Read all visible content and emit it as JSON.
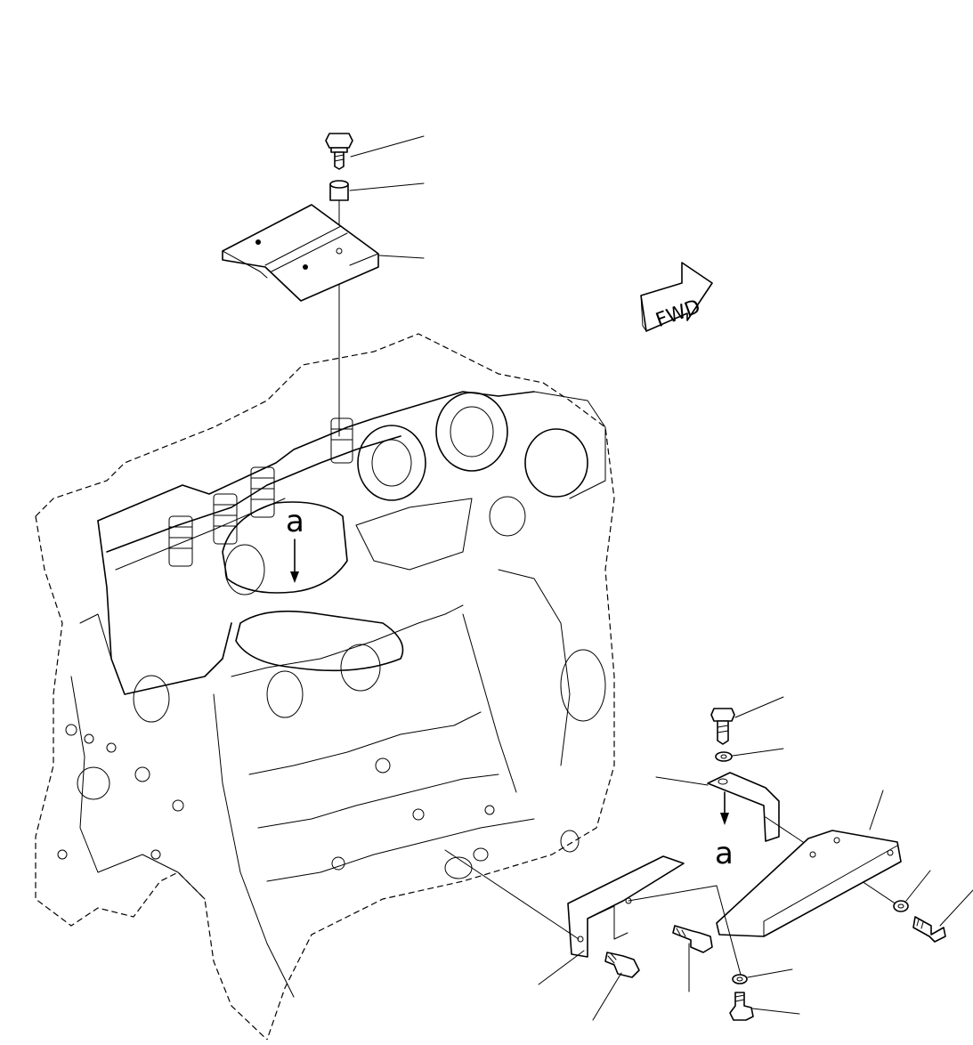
{
  "fwd_label": "FWD",
  "view_marker_top": "a",
  "view_marker_bottom": "a",
  "colors": {
    "line": "#000000",
    "background": "#ffffff"
  },
  "parts": [
    "bolt-top",
    "spacer",
    "cover-plate",
    "bolt-right",
    "washer-right",
    "bracket-small",
    "bracket-large",
    "washer-lower-right",
    "bolt-lower-right",
    "bracket-lower",
    "bolt-bottom-left",
    "bolt-bottom-mid",
    "washer-bottom",
    "bolt-bottom"
  ]
}
